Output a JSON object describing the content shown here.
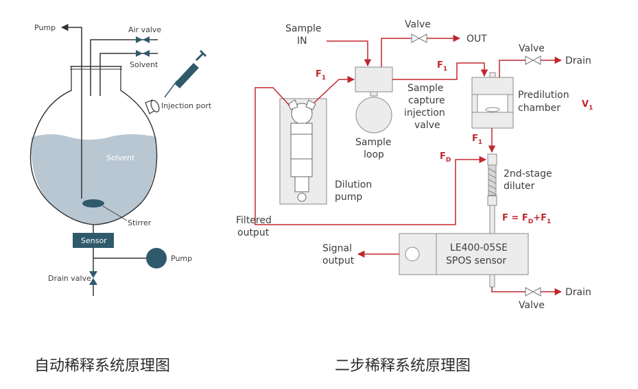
{
  "left_diagram": {
    "pump_top": "Pump",
    "air_valve": "Air valve",
    "solvent_valve": "Solvent",
    "injection_port": "Injection port",
    "solvent_region": "Solvent",
    "stirrer": "Stirrer",
    "sensor": "Sensor",
    "pump_side": "Pump",
    "drain_valve": "Drain valve"
  },
  "right_diagram": {
    "sample_in_1": "Sample",
    "sample_in_2": "IN",
    "valve_top": "Valve",
    "out": "OUT",
    "valve_right": "Valve",
    "drain_top": "Drain",
    "f1_top_left": "F",
    "f1_top_left_sub": "1",
    "f1_top_mid": "F",
    "f1_top_mid_sub": "1",
    "sample_capture_1": "Sample",
    "sample_capture_2": "capture",
    "sample_capture_3": "injection",
    "sample_capture_4": "valve",
    "predilution_1": "Predilution",
    "predilution_2": "chamber",
    "v1": "V",
    "v1_sub": "1",
    "sample_loop_1": "Sample",
    "sample_loop_2": "loop",
    "f1_mid": "F",
    "f1_mid_sub": "1",
    "fd": "F",
    "fd_sub": "D",
    "dilution_pump_1": "Dilution",
    "dilution_pump_2": "pump",
    "second_stage_1": "2nd-stage",
    "second_stage_2": "diluter",
    "filtered_1": "Filtered",
    "filtered_2": "output",
    "formula_a": "F = F",
    "formula_sub_d": "D",
    "formula_plus": "+F",
    "formula_sub_1": "1",
    "signal_1": "Signal",
    "signal_2": "output",
    "sensor_1": "LE400-05SE",
    "sensor_2": "SPOS sensor",
    "drain_bottom": "Drain",
    "valve_bottom": "Valve"
  },
  "captions": {
    "left": "自动稀释系统原理图",
    "right": "二步稀释系统原理图"
  },
  "colors": {
    "line_dark": "#333333",
    "line_red": "#c0272d",
    "teal": "#2f5a6b",
    "solvent_fill": "#b9c7d3",
    "component_fill": "#ececec"
  }
}
